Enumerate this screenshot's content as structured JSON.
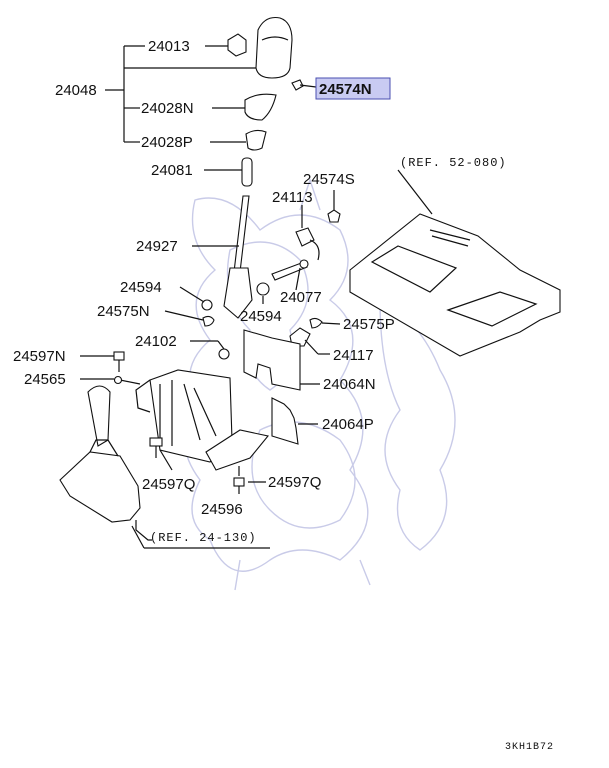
{
  "diagram": {
    "labels": {
      "l24013": "24013",
      "l24048": "24048",
      "l24574N": "24574N",
      "l24028N": "24028N",
      "l24028P": "24028P",
      "l24081": "24081",
      "l24574S": "24574S",
      "l24113": "24113",
      "l24927": "24927",
      "l24594a": "24594",
      "l24077": "24077",
      "l24575N": "24575N",
      "l24594b": "24594",
      "l24575P": "24575P",
      "l24102": "24102",
      "l24117": "24117",
      "l24597N": "24597N",
      "l24565": "24565",
      "l24064N": "24064N",
      "l24064P": "24064P",
      "l24597Qa": "24597Q",
      "l24597Qb": "24597Q",
      "l24596": "24596"
    },
    "refs": {
      "ref52": "(REF. 52-080)",
      "ref24": "(REF. 24-130)"
    },
    "code": "3KH1B72",
    "highlight_color": "#c9cbf2"
  }
}
